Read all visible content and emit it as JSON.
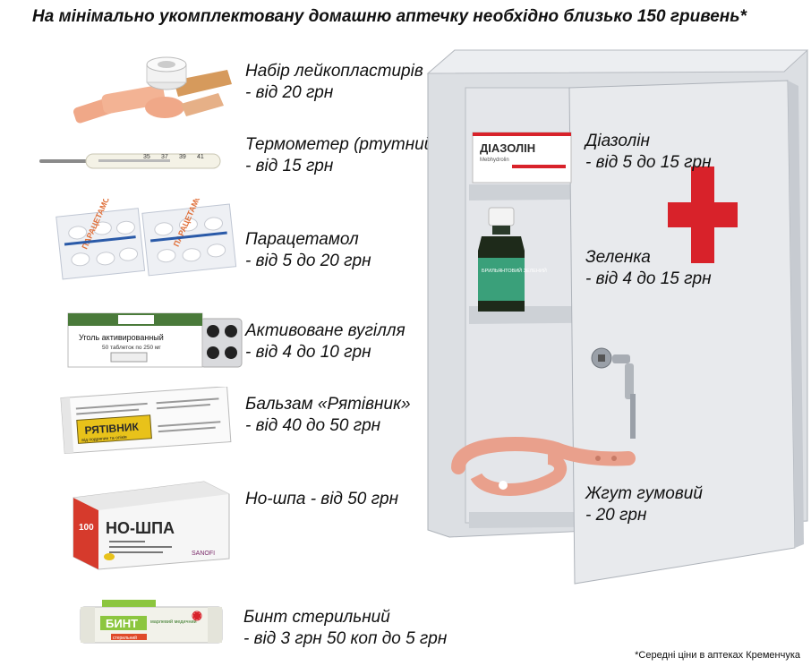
{
  "headline": "На мінімально укомплектовану домашню аптечку необхідно близько 150 гривень*",
  "footnote": "*Середні ціни в аптеках Кременчука",
  "items": [
    {
      "name": "Набір лейкопластирів",
      "price": "- від 20 грн"
    },
    {
      "name": "Термометер (ртутний)",
      "price": "- від 15 грн"
    },
    {
      "name": "Парацетамол",
      "price": "- від 5 до 20 грн"
    },
    {
      "name": "Активоване вугілля",
      "price": "- від 4 до 10 грн"
    },
    {
      "name": "Бальзам «Рятівник»",
      "price": "- від 40 до 50 грн"
    },
    {
      "name": "Но-шпа - від 50 грн",
      "price": ""
    },
    {
      "name": "Бинт стерильний",
      "price": "- від 3 грн 50 коп до 5 грн"
    }
  ],
  "cabinet_items": [
    {
      "name": "Діазолін",
      "price": "- від 5 до 15 грн"
    },
    {
      "name": "Зеленка",
      "price": "- від 4 до 15 грн"
    },
    {
      "name": "Жгут гумовий",
      "price": "- 20 грн"
    }
  ],
  "packaging": {
    "diazolin_brand": "ДІАЗОЛІН",
    "diazolin_sub": "Mebhydrolin",
    "zelenka_label": "БРИЛЬЯНТОВИЙ ЗЕЛЕНИЙ",
    "paracetamol_label": "ПАРАЦЕТАМОЛ",
    "carbon_title": "Уголь активированный",
    "carbon_sub": "50 таблеток по 250 мг",
    "balm_brand": "РЯТІВНИК",
    "balm_sub": "від подряпин та опіків",
    "nospa_brand": "НО-ШПА",
    "nospa_count": "100",
    "nospa_maker": "SANOFI",
    "bint_brand": "БИНТ",
    "bint_sub": "стерильний",
    "bint_type": "марлевий медичний"
  },
  "colors": {
    "cross": "#d8222a",
    "cabinet": "#dcdfe3",
    "tourniquet": "#e9a08c",
    "bottle_label": "#3aa07a",
    "balm_yellow": "#e8c21a",
    "nospa_red": "#d63a2c",
    "bint_green": "#8cc63f"
  }
}
